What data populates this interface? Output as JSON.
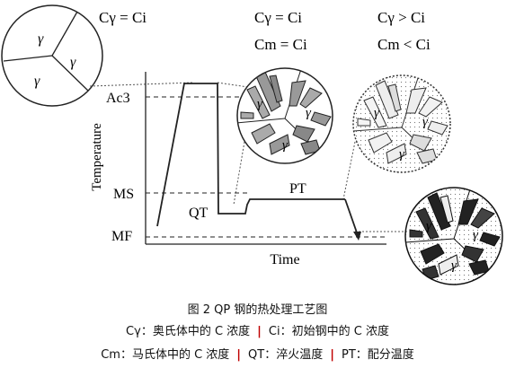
{
  "diagram": {
    "conditions": {
      "initial": "Cγ = Ci",
      "qt_line1": "Cγ = Ci",
      "qt_line2": "Cm = Ci",
      "pt_line1": "Cγ > Ci",
      "pt_line2": "Cm < Ci"
    },
    "phase_symbol": "γ",
    "axes": {
      "ylabel": "Temperature",
      "xlabel": "Time",
      "ac3": "Ac3",
      "ms": "MS",
      "mf": "MF"
    },
    "process": {
      "qt": "QT",
      "pt": "PT"
    }
  },
  "caption": {
    "title": "图 2 QP 钢的热处理工艺图",
    "line2": [
      {
        "sym": "Cγ",
        "text": "：奥氏体中的 C 浓度"
      },
      {
        "sym": "Ci",
        "text": "：初始钢中的 C 浓度"
      }
    ],
    "line3": [
      {
        "sym": "Cm",
        "text": "：马氏体中的 C 浓度"
      },
      {
        "sym": "QT",
        "text": "：淬火温度"
      },
      {
        "sym": "PT",
        "text": "：配分温度"
      }
    ],
    "separator": "|"
  }
}
